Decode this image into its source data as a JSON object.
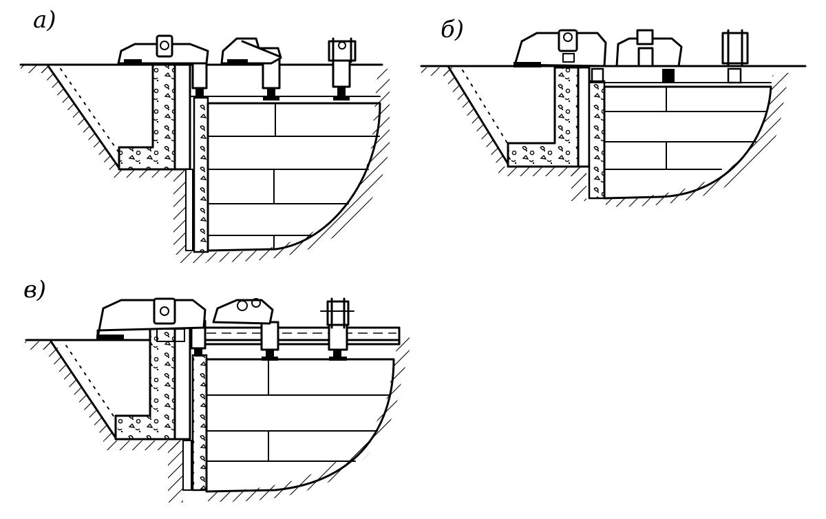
{
  "panels": [
    {
      "id": "a",
      "label": "а)"
    },
    {
      "id": "b",
      "label": "б)"
    },
    {
      "id": "v",
      "label": "в)"
    }
  ],
  "colors": {
    "ink": "#000000",
    "paper": "#ffffff"
  }
}
